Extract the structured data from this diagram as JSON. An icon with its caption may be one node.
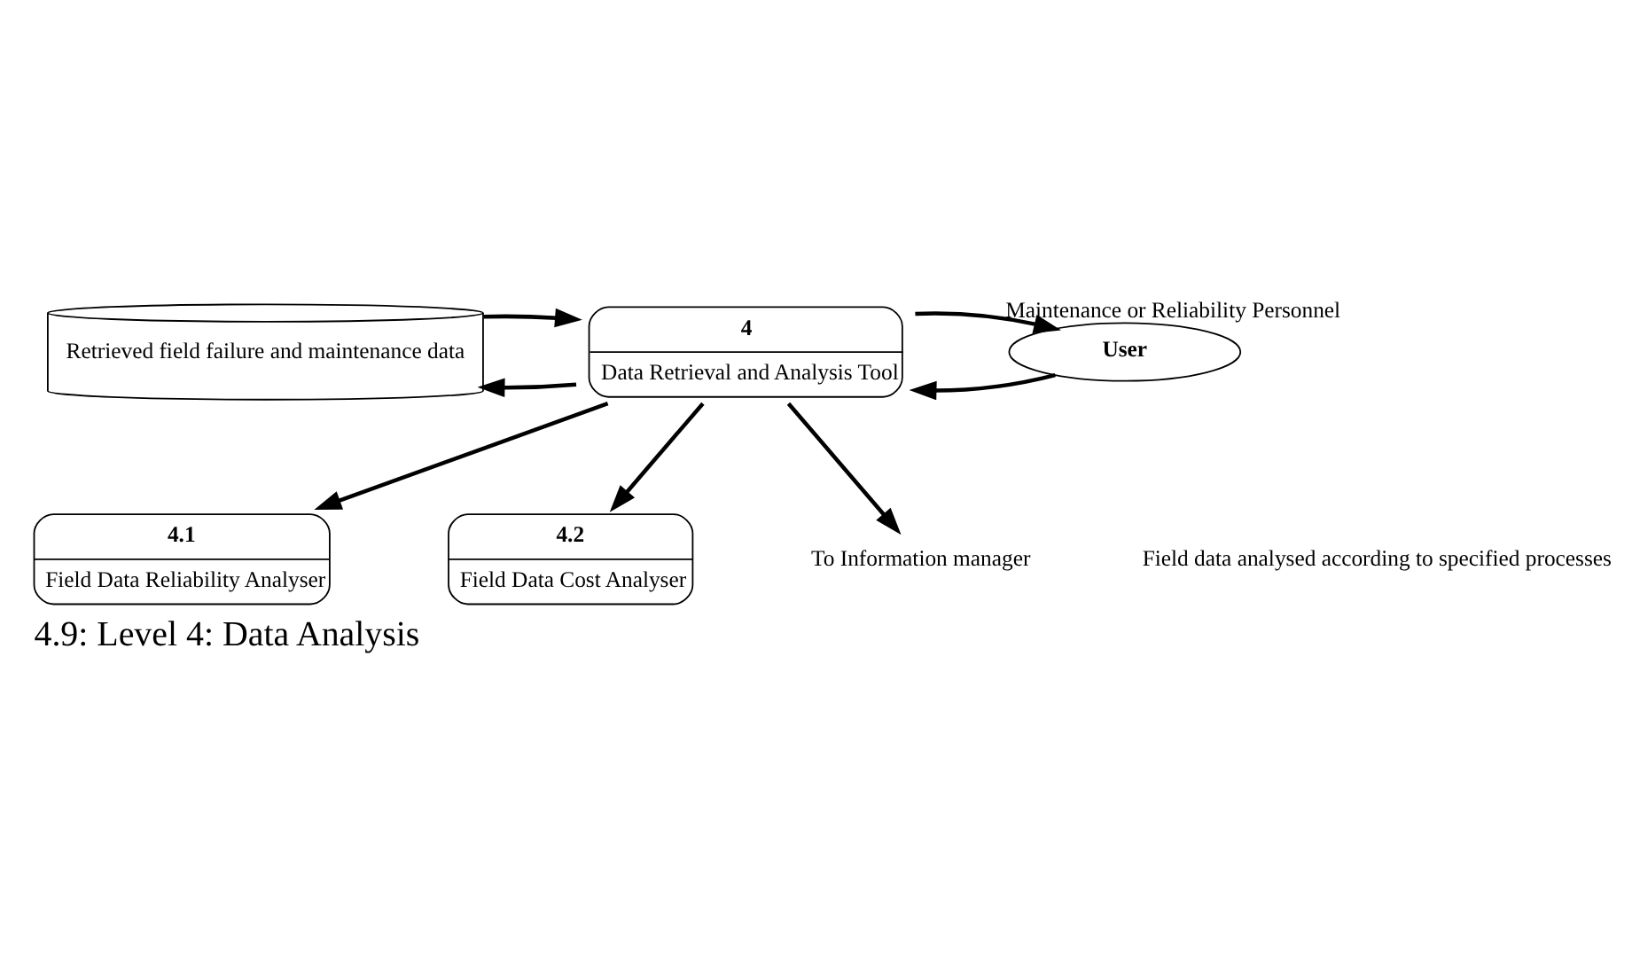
{
  "diagram": {
    "caption": "4.9: Level 4: Data Analysis",
    "nodes": [
      {
        "text": [
          "Retrieved field failure and maintenance data"
        ]
      },
      {
        "text": [
          "4",
          "Data Retrieval and Analysis Tool"
        ]
      },
      {
        "text": [
          "User"
        ],
        "beside": [
          "Maintenance or Reliability Personnel"
        ]
      },
      {
        "text": [
          "4.1",
          "Field Data Reliability Analyser"
        ]
      },
      {
        "text": [
          "4.2",
          "Field Data Cost Analyser"
        ]
      },
      {
        "text": [
          "To Information manager"
        ]
      }
    ],
    "edges": [
      {
        "from": 1,
        "to": 0,
        "arrow": "to"
      },
      {
        "from": 0,
        "to": 1,
        "arrow": "to"
      },
      {
        "from": 2,
        "to": 1,
        "arrow": "to"
      },
      {
        "from": 1,
        "to": 2,
        "arrow": "to"
      },
      {
        "from": 1,
        "to": 3,
        "arrow": "to"
      },
      {
        "from": 1,
        "to": 4,
        "arrow": "to"
      },
      {
        "from": 1,
        "to": 5,
        "arrow": "to"
      }
    ],
    "labels": [
      "Field data analysed according to specified processes"
    ]
  }
}
